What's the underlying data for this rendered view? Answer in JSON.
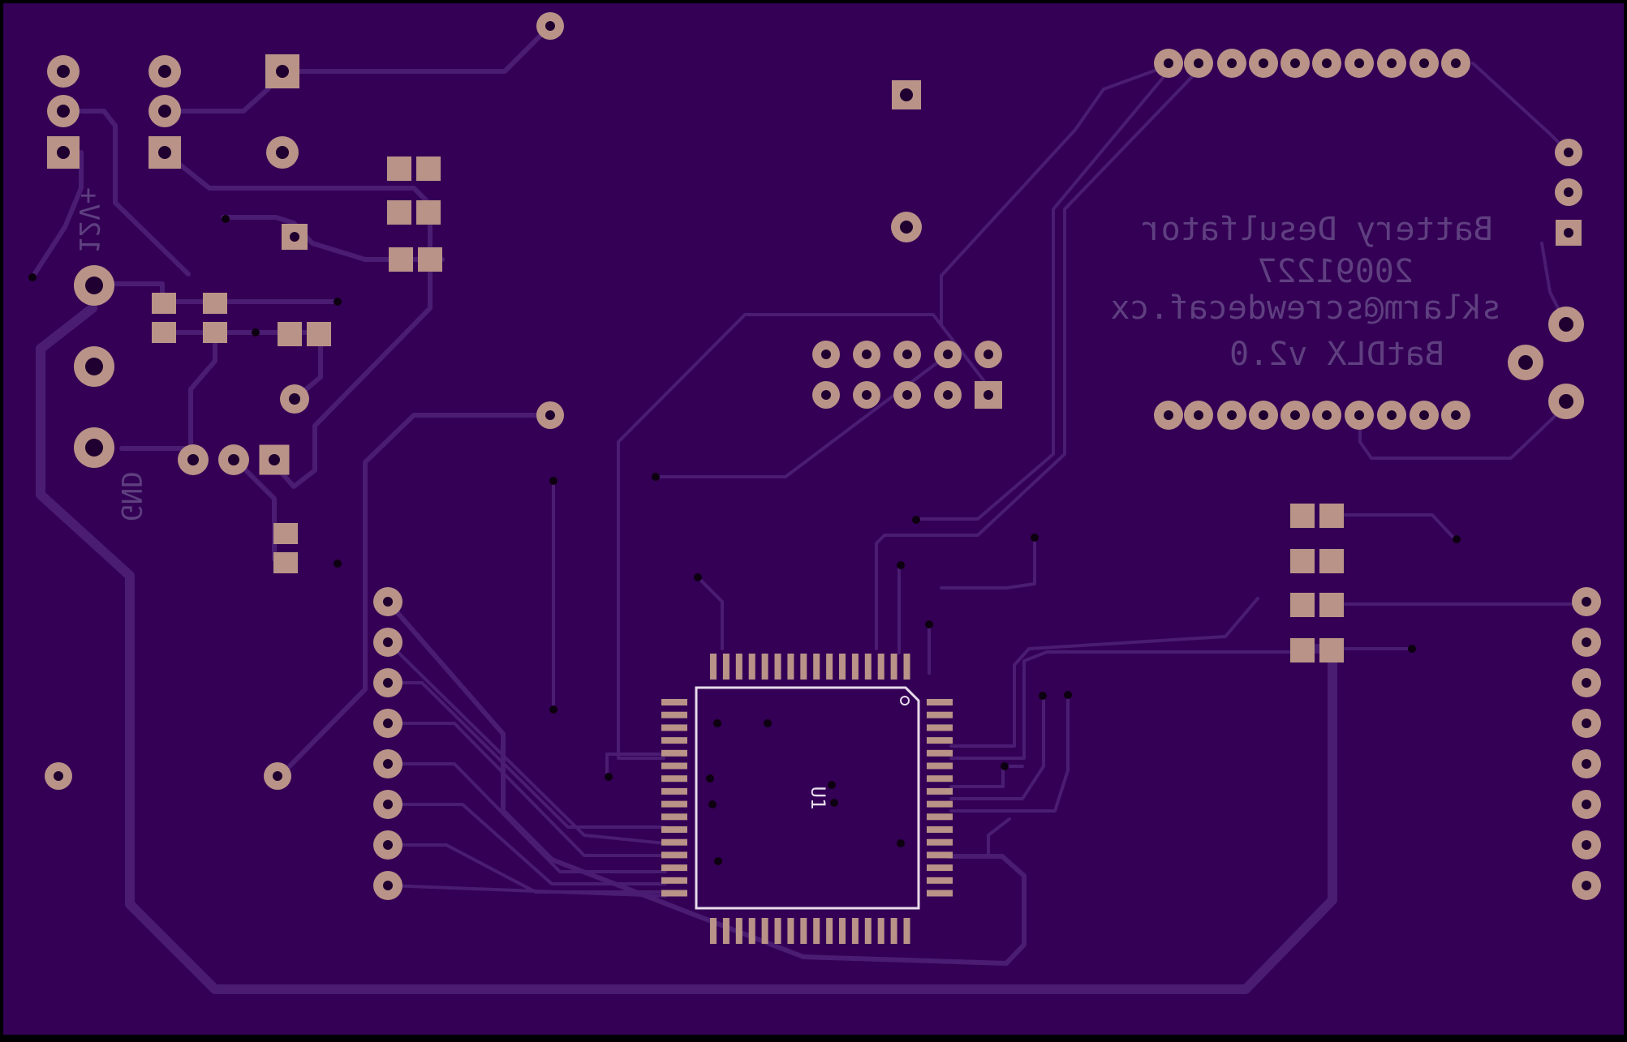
{
  "board": {
    "background_color": "#000000",
    "substrate_color": "#330055",
    "trace_color": "#4a1d72",
    "pad_color": "#b99387",
    "drill_color": "#1f0030",
    "via_color": "#0d0010",
    "silk_color": "#e8dcec",
    "silk_faint_color": "#5f3f80"
  },
  "silkscreen": {
    "title_lines": [
      "Battery Desulfator",
      "20091227",
      "sklarm@screwdecaf.cx",
      "BatDLX v2.0"
    ],
    "power_label": "12V+",
    "ground_label": "GND",
    "chip_label": "U1"
  },
  "components": {
    "chip": {
      "ref": "U1",
      "package": "TQFP-64",
      "pins_per_side": 16
    },
    "headers": [
      {
        "name": "top-row-header",
        "pins": 10
      },
      {
        "name": "bottom-row-header",
        "pins": 10
      },
      {
        "name": "center-header",
        "pins": 10
      },
      {
        "name": "left-vertical-header",
        "pins": 8
      },
      {
        "name": "right-vertical-header",
        "pins": 8
      }
    ]
  }
}
